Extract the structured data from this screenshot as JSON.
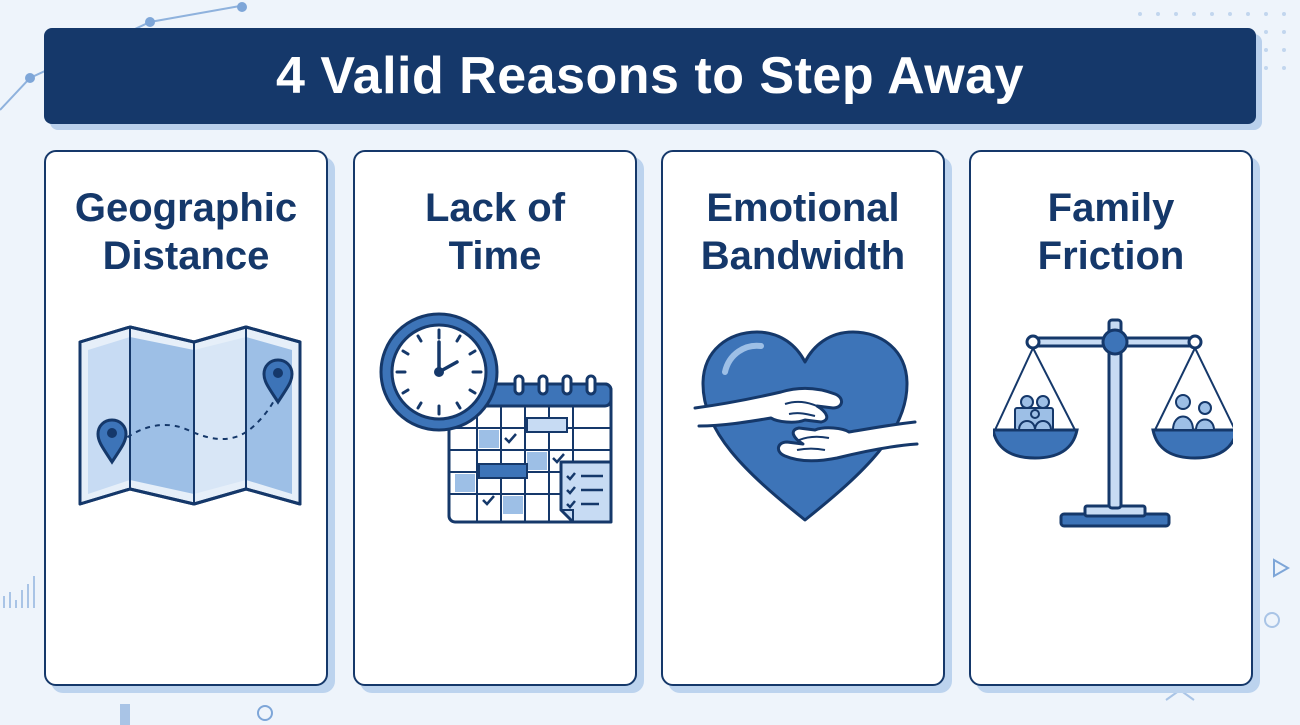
{
  "title": "4 Valid Reasons to Step Away",
  "colors": {
    "navy": "#15386a",
    "accent_blue": "#3d74b8",
    "light_blue": "#c7dbf3",
    "background": "#eef4fb"
  },
  "cards": [
    {
      "line1": "Geographic",
      "line2": "Distance",
      "icon": "folded-map-with-location-pins"
    },
    {
      "line1": "Lack of",
      "line2": "Time",
      "icon": "clock-and-calendar-with-checklist"
    },
    {
      "line1": "Emotional",
      "line2": "Bandwidth",
      "icon": "heart-held-by-hands"
    },
    {
      "line1": "Family",
      "line2": "Friction",
      "icon": "balance-scale-with-families"
    }
  ]
}
